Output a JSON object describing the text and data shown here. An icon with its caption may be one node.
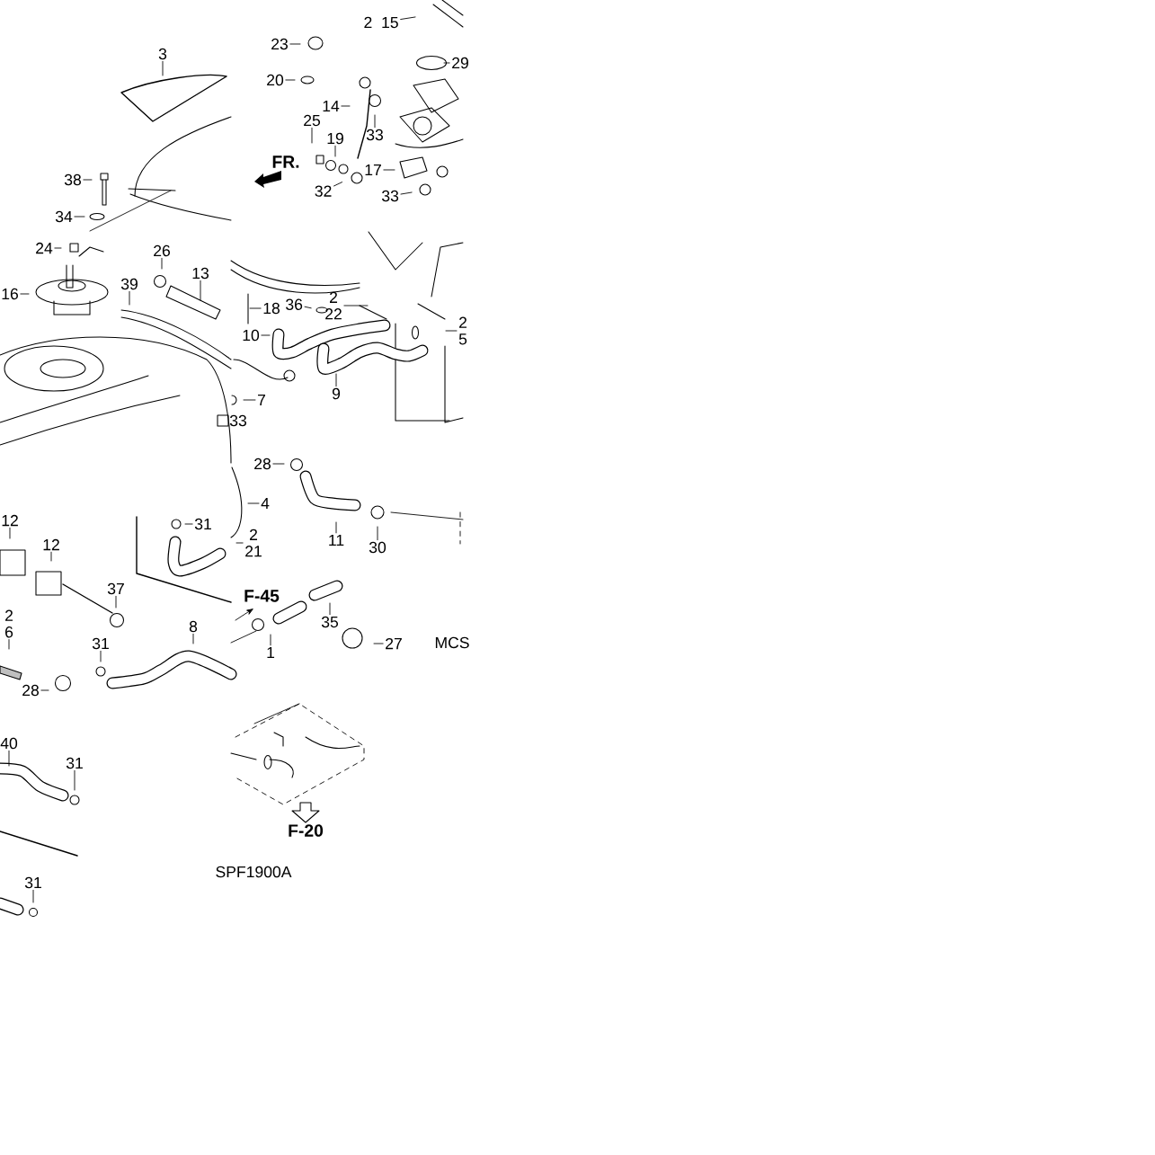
{
  "diagram": {
    "nodes": [
      {
        "text": [
          "3"
        ]
      },
      {
        "text": [
          "2",
          "15"
        ]
      },
      {
        "text": [
          "23"
        ]
      },
      {
        "text": [
          "29"
        ]
      },
      {
        "text": [
          "20"
        ]
      },
      {
        "text": [
          "14"
        ]
      },
      {
        "text": [
          "33"
        ]
      },
      {
        "text": [
          "25"
        ]
      },
      {
        "text": [
          "19"
        ]
      },
      {
        "text": [
          "17"
        ]
      },
      {
        "text": [
          "38"
        ]
      },
      {
        "text": [
          "32"
        ]
      },
      {
        "text": [
          "33"
        ]
      },
      {
        "text": [
          "34"
        ]
      },
      {
        "text": [
          "24"
        ]
      },
      {
        "text": [
          "26"
        ]
      },
      {
        "text": [
          "13"
        ]
      },
      {
        "text": [
          "39"
        ]
      },
      {
        "text": [
          "16"
        ]
      },
      {
        "text": [
          "2",
          "22"
        ]
      },
      {
        "text": [
          "36"
        ]
      },
      {
        "text": [
          "18"
        ]
      },
      {
        "text": [
          "2",
          "5"
        ]
      },
      {
        "text": [
          "10"
        ]
      },
      {
        "text": [
          "9"
        ]
      },
      {
        "text": [
          "7"
        ]
      },
      {
        "text": [
          "28"
        ]
      },
      {
        "text": [
          "4"
        ]
      },
      {
        "text": [
          "31"
        ]
      },
      {
        "text": [
          "12"
        ]
      },
      {
        "text": [
          "11"
        ]
      },
      {
        "text": [
          "30"
        ]
      },
      {
        "text": [
          "2",
          "21"
        ]
      },
      {
        "text": [
          "12"
        ]
      },
      {
        "text": [
          "37"
        ]
      },
      {
        "text": [
          "35"
        ]
      },
      {
        "text": [
          "2",
          "6"
        ]
      },
      {
        "text": [
          "8"
        ]
      },
      {
        "text": [
          "1"
        ]
      },
      {
        "text": [
          "27"
        ]
      },
      {
        "text": [
          "31"
        ]
      },
      {
        "text": [
          "28"
        ]
      },
      {
        "text": [
          "40"
        ]
      },
      {
        "text": [
          "31"
        ]
      },
      {
        "text": [
          "31"
        ]
      }
    ],
    "edges": [
      {
        "from": 0,
        "to": null,
        "arrow": "none"
      },
      {
        "from": 1,
        "to": null,
        "arrow": "none"
      },
      {
        "from": 2,
        "to": null,
        "arrow": "none"
      },
      {
        "from": 3,
        "to": null,
        "arrow": "none"
      },
      {
        "from": 4,
        "to": null,
        "arrow": "none"
      },
      {
        "from": 5,
        "to": null,
        "arrow": "none"
      },
      {
        "from": 6,
        "to": null,
        "arrow": "none"
      },
      {
        "from": 7,
        "to": null,
        "arrow": "none"
      },
      {
        "from": 8,
        "to": null,
        "arrow": "none"
      },
      {
        "from": 9,
        "to": null,
        "arrow": "none"
      },
      {
        "from": 10,
        "to": null,
        "arrow": "none"
      },
      {
        "from": 11,
        "to": null,
        "arrow": "none"
      },
      {
        "from": 12,
        "to": null,
        "arrow": "none"
      },
      {
        "from": 13,
        "to": null,
        "arrow": "none"
      },
      {
        "from": 14,
        "to": null,
        "arrow": "none"
      },
      {
        "from": 15,
        "to": null,
        "arrow": "none"
      },
      {
        "from": 16,
        "to": null,
        "arrow": "none"
      },
      {
        "from": 17,
        "to": null,
        "arrow": "none"
      },
      {
        "from": 18,
        "to": null,
        "arrow": "none"
      },
      {
        "from": 19,
        "to": null,
        "arrow": "none"
      },
      {
        "from": 20,
        "to": null,
        "arrow": "none"
      },
      {
        "from": 21,
        "to": null,
        "arrow": "none"
      },
      {
        "from": 22,
        "to": null,
        "arrow": "none"
      },
      {
        "from": 23,
        "to": null,
        "arrow": "none"
      },
      {
        "from": 24,
        "to": null,
        "arrow": "none"
      },
      {
        "from": 25,
        "to": null,
        "arrow": "none"
      },
      {
        "from": 26,
        "to": null,
        "arrow": "none"
      },
      {
        "from": 27,
        "to": null,
        "arrow": "none"
      },
      {
        "from": 28,
        "to": null,
        "arrow": "none"
      },
      {
        "from": 29,
        "to": null,
        "arrow": "none"
      },
      {
        "from": 30,
        "to": null,
        "arrow": "none"
      },
      {
        "from": 31,
        "to": null,
        "arrow": "none"
      },
      {
        "from": 32,
        "to": null,
        "arrow": "none"
      },
      {
        "from": 33,
        "to": null,
        "arrow": "none"
      },
      {
        "from": 34,
        "to": null,
        "arrow": "none"
      },
      {
        "from": 35,
        "to": null,
        "arrow": "none"
      },
      {
        "from": 36,
        "to": null,
        "arrow": "none"
      },
      {
        "from": 37,
        "to": null,
        "arrow": "none"
      },
      {
        "from": 38,
        "to": null,
        "arrow": "none"
      },
      {
        "from": 39,
        "to": null,
        "arrow": "none"
      },
      {
        "from": 40,
        "to": null,
        "arrow": "none"
      },
      {
        "from": 41,
        "to": null,
        "arrow": "none"
      },
      {
        "from": 42,
        "to": null,
        "arrow": "none"
      },
      {
        "from": 43,
        "to": null,
        "arrow": "none"
      },
      {
        "from": 44,
        "to": null,
        "arrow": "none"
      }
    ],
    "labels": [
      "FR.",
      "33",
      "F-45",
      "MCS",
      "F-20",
      "SPF1900A"
    ]
  }
}
